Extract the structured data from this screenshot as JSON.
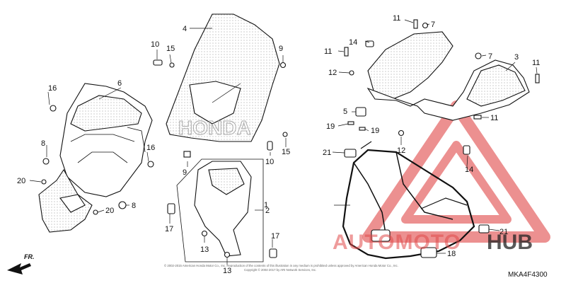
{
  "callouts": [
    {
      "id": "c1",
      "text": "1"
    },
    {
      "id": "c2",
      "text": "2"
    },
    {
      "id": "c3",
      "text": "3"
    },
    {
      "id": "c4",
      "text": "4"
    },
    {
      "id": "c5",
      "text": "5"
    },
    {
      "id": "c6",
      "text": "6"
    },
    {
      "id": "c7a",
      "text": "7"
    },
    {
      "id": "c7b",
      "text": "7"
    },
    {
      "id": "c8a",
      "text": "8"
    },
    {
      "id": "c8b",
      "text": "8"
    },
    {
      "id": "c9a",
      "text": "9"
    },
    {
      "id": "c9b",
      "text": "9"
    },
    {
      "id": "c10a",
      "text": "10"
    },
    {
      "id": "c10b",
      "text": "10"
    },
    {
      "id": "c11a",
      "text": "11"
    },
    {
      "id": "c11b",
      "text": "11"
    },
    {
      "id": "c11c",
      "text": "11"
    },
    {
      "id": "c11d",
      "text": "11"
    },
    {
      "id": "c12a",
      "text": "12"
    },
    {
      "id": "c12b",
      "text": "12"
    },
    {
      "id": "c13a",
      "text": "13"
    },
    {
      "id": "c13b",
      "text": "13"
    },
    {
      "id": "c14a",
      "text": "14"
    },
    {
      "id": "c14b",
      "text": "14"
    },
    {
      "id": "c15a",
      "text": "15"
    },
    {
      "id": "c15b",
      "text": "15"
    },
    {
      "id": "c16a",
      "text": "16"
    },
    {
      "id": "c16b",
      "text": "16"
    },
    {
      "id": "c17a",
      "text": "17"
    },
    {
      "id": "c17b",
      "text": "17"
    },
    {
      "id": "c18",
      "text": "18"
    },
    {
      "id": "c19a",
      "text": "19"
    },
    {
      "id": "c19b",
      "text": "19"
    },
    {
      "id": "c20a",
      "text": "20"
    },
    {
      "id": "c20b",
      "text": "20"
    },
    {
      "id": "c21a",
      "text": "21"
    },
    {
      "id": "c21b",
      "text": "21"
    }
  ],
  "front_label": "FR.",
  "diagram_code": "MKA4F4300",
  "windscreen_marking": "HONDA",
  "copyright_lines": [
    "© 2002-2015 American Honda Motor Co., Inc. Reproduction of the contents of this illustration in any medium is prohibited unless approved by American Honda Motor Co., Inc.",
    "Copyright © 2004-2017 by ARI Network Services, Inc."
  ],
  "watermark": {
    "part1": "AUTOMOTO",
    "part2": "HUB",
    "color": "#e04848"
  }
}
